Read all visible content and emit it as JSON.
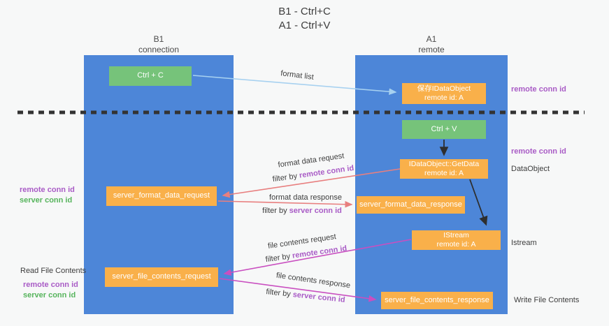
{
  "title": {
    "line1": "B1 - Ctrl+C",
    "line2": "A1 - Ctrl+V"
  },
  "lanes": {
    "left": {
      "name": "B1",
      "role": "connection"
    },
    "right": {
      "name": "A1",
      "role": "remote"
    }
  },
  "nodes": {
    "ctrl_c": "Ctrl + C",
    "ctrl_v": "Ctrl + V",
    "save_dataobject": {
      "line1": "保存IDataObject",
      "line2": "remote id: A"
    },
    "getdata": {
      "line1": "IDataObject::GetData",
      "line2": "remote id: A"
    },
    "istream": {
      "line1": "IStream",
      "line2": "remote id: A"
    },
    "server_format_data_request": "server_format_data_request",
    "server_format_data_response": "server_format_data_response",
    "server_file_contents_request": "server_file_contents_request",
    "server_file_contents_response": "server_file_contents_response"
  },
  "flow": {
    "format_list": "format list",
    "format_data_request": "format data request",
    "format_data_response": "format data response",
    "file_contents_request": "file contents request",
    "file_contents_response": "file contents response",
    "filter_by": "filter by",
    "remote_conn_id": "remote conn id",
    "server_conn_id": "server conn id"
  },
  "side_labels": {
    "remote_conn_id": "remote conn id",
    "server_conn_id": "server conn id",
    "dataobject": "DataObject",
    "istream": "Istream",
    "read_file_contents": "Read File Contents",
    "write_file_contents": "Write File Contents"
  },
  "colors": {
    "lane_blue": "#4d86d8",
    "node_orange": "#f9b04a",
    "node_green": "#76c37a",
    "arrow_light_blue": "#a7d1f0",
    "arrow_salmon": "#e87f7f",
    "arrow_magenta": "#c94fc0",
    "arrow_black": "#2e2e2e",
    "text_purple": "#a95cc6",
    "text_green": "#56b45c",
    "background": "#f7f8f8"
  }
}
